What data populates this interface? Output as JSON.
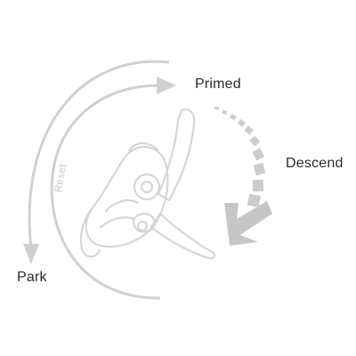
{
  "labels": {
    "primed": "Primed",
    "descend": "Descend",
    "park": "Park",
    "reset": "Reset"
  },
  "colors": {
    "arrow": "#cfcfcf",
    "descend_arrow": "#c6c6c6",
    "device_outline": "#d4d4d4",
    "text": "#2a2a2a",
    "reset_text": "#c9c9c9"
  },
  "icons": {
    "device": "belay-device-icon",
    "primed_arrow": "curved-arrow-right-icon",
    "park_arrow": "curved-arrow-down-icon",
    "descend_arrow": "dashed-curved-arrow-icon"
  }
}
